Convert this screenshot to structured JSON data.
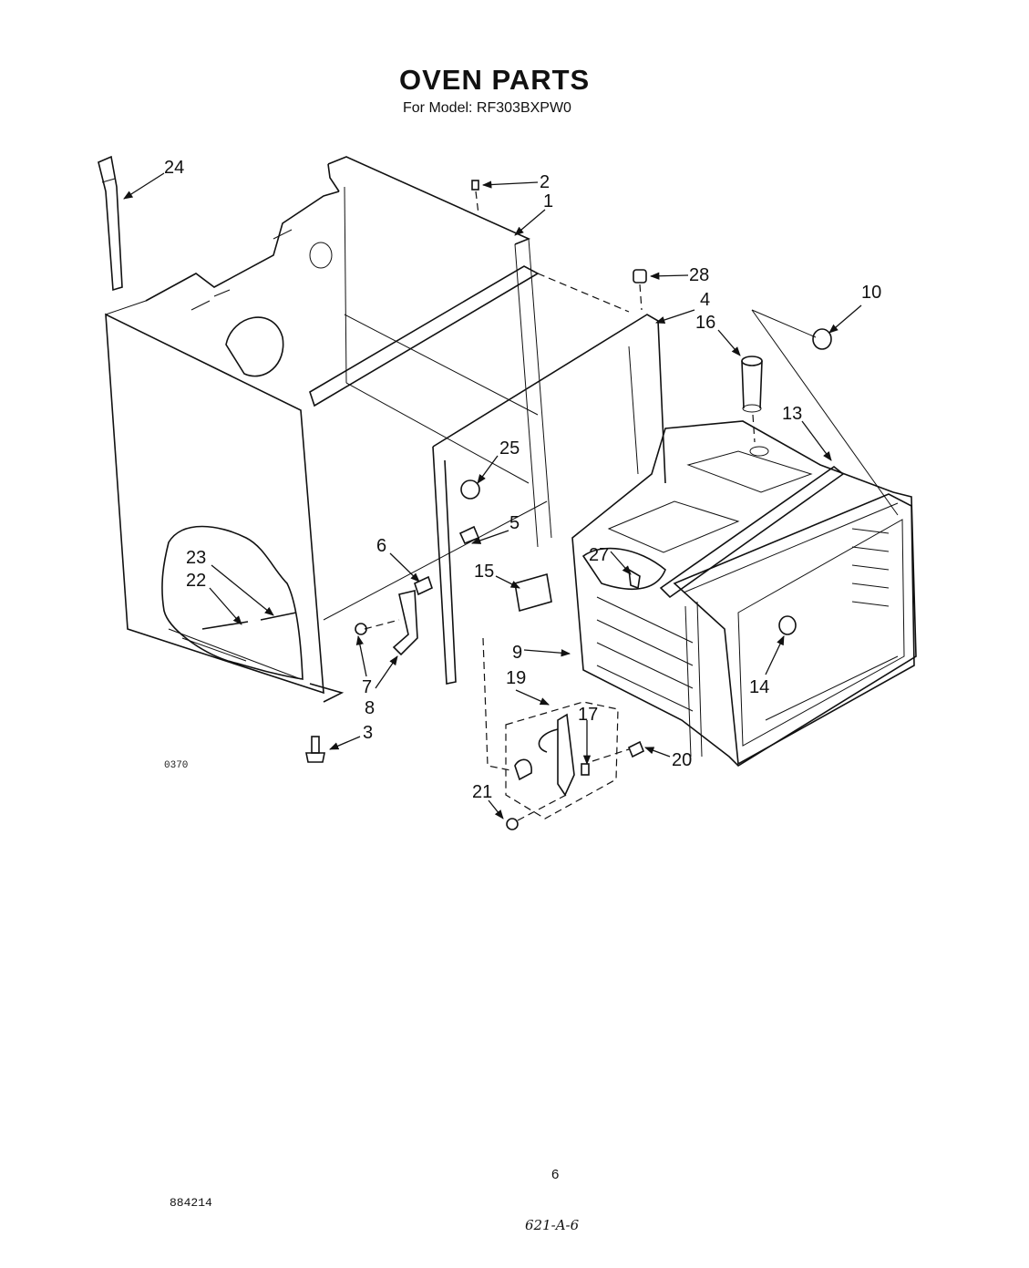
{
  "header": {
    "title": "OVEN PARTS",
    "subtitle": "For Model: RF303BXPW0"
  },
  "callouts": {
    "p1": "1",
    "p2": "2",
    "p3": "3",
    "p4": "4",
    "p5": "5",
    "p6": "6",
    "p7": "7",
    "p8": "8",
    "p9": "9",
    "p10": "10",
    "p13": "13",
    "p14": "14",
    "p15": "15",
    "p16": "16",
    "p17": "17",
    "p19": "19",
    "p20": "20",
    "p21": "21",
    "p22": "22",
    "p23": "23",
    "p24": "24",
    "p25": "25",
    "p27": "27",
    "p28": "28"
  },
  "footer": {
    "drawing_code": "0370",
    "doc_number": "884214",
    "page_number": "6",
    "handwritten_note": "621-A-6"
  }
}
